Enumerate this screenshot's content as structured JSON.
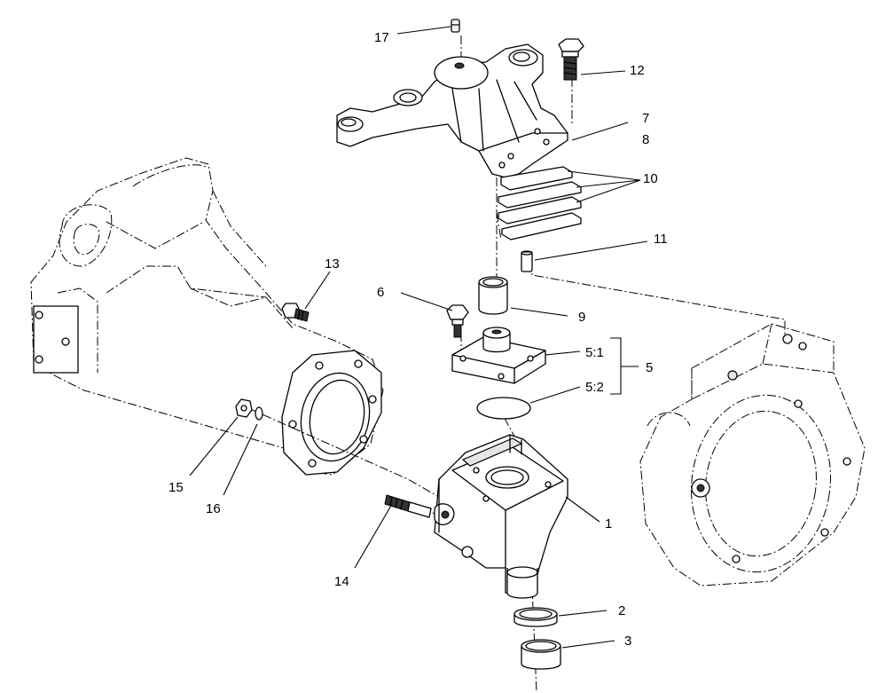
{
  "callouts": {
    "c1": "1",
    "c2": "2",
    "c3": "3",
    "c5": "5",
    "c5_1": "5:1",
    "c5_2": "5:2",
    "c6": "6",
    "c7": "7",
    "c8": "8",
    "c9": "9",
    "c10": "10",
    "c11": "11",
    "c12": "12",
    "c13": "13",
    "c14": "14",
    "c15": "15",
    "c16": "16",
    "c17": "17"
  }
}
